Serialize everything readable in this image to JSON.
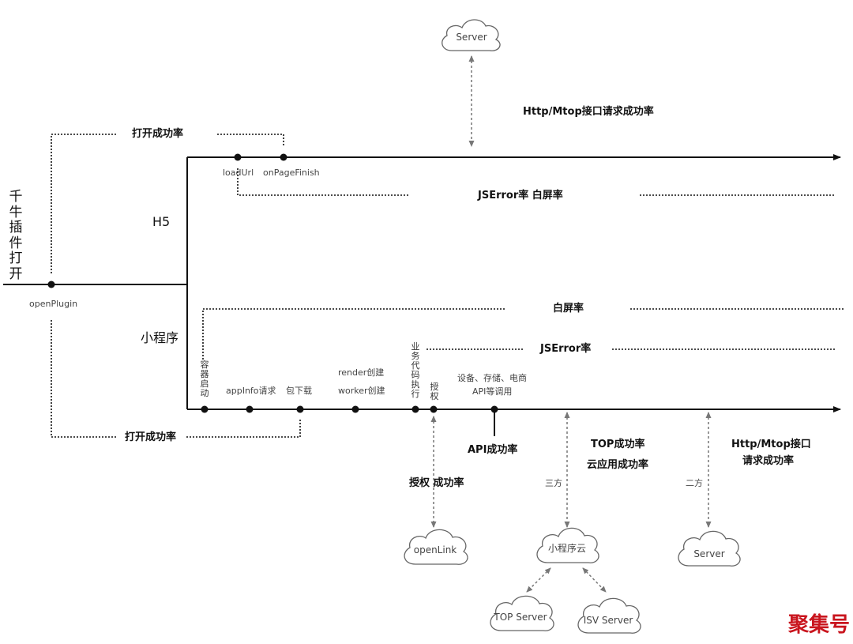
{
  "left_title": "千牛插件打开",
  "watermark": "聚集号",
  "branches": {
    "h5": "H5",
    "mini": "小程序"
  },
  "labels": {
    "open_plugin": "openPlugin",
    "open_success_top": "打开成功率",
    "open_success_bottom": "打开成功率",
    "load_url": "loadUrl",
    "on_page_finish": "onPageFinish",
    "http_mtop_top": "Http/Mtop接口请求成功率",
    "jserror_whitescreen": "JSError率 白屏率",
    "white_screen": "白屏率",
    "jserror": "JSError率",
    "container_start": "容器启动",
    "app_info": "appInfo请求",
    "package_download": "包下载",
    "render_create": "render创建",
    "worker_create": "worker创建",
    "business_code": "业务代码执行",
    "auth": "授权",
    "device_api_line1": "设备、存储、电商",
    "device_api_line2": "API等调用",
    "api_success": "API成功率",
    "auth_success": "授权  成功率",
    "top_success": "TOP成功率",
    "cloud_app_success": "云应用成功率",
    "http_mtop_bottom_line1": "Http/Mtop接口",
    "http_mtop_bottom_line2": "请求成功率",
    "third_party": "三方",
    "second_party": "二方"
  },
  "clouds": {
    "server_top": "Server",
    "open_link": "openLink",
    "mini_cloud": "小程序云",
    "server_bottom": "Server",
    "top_server": "TOP Server",
    "isv_server": "ISV Server"
  }
}
